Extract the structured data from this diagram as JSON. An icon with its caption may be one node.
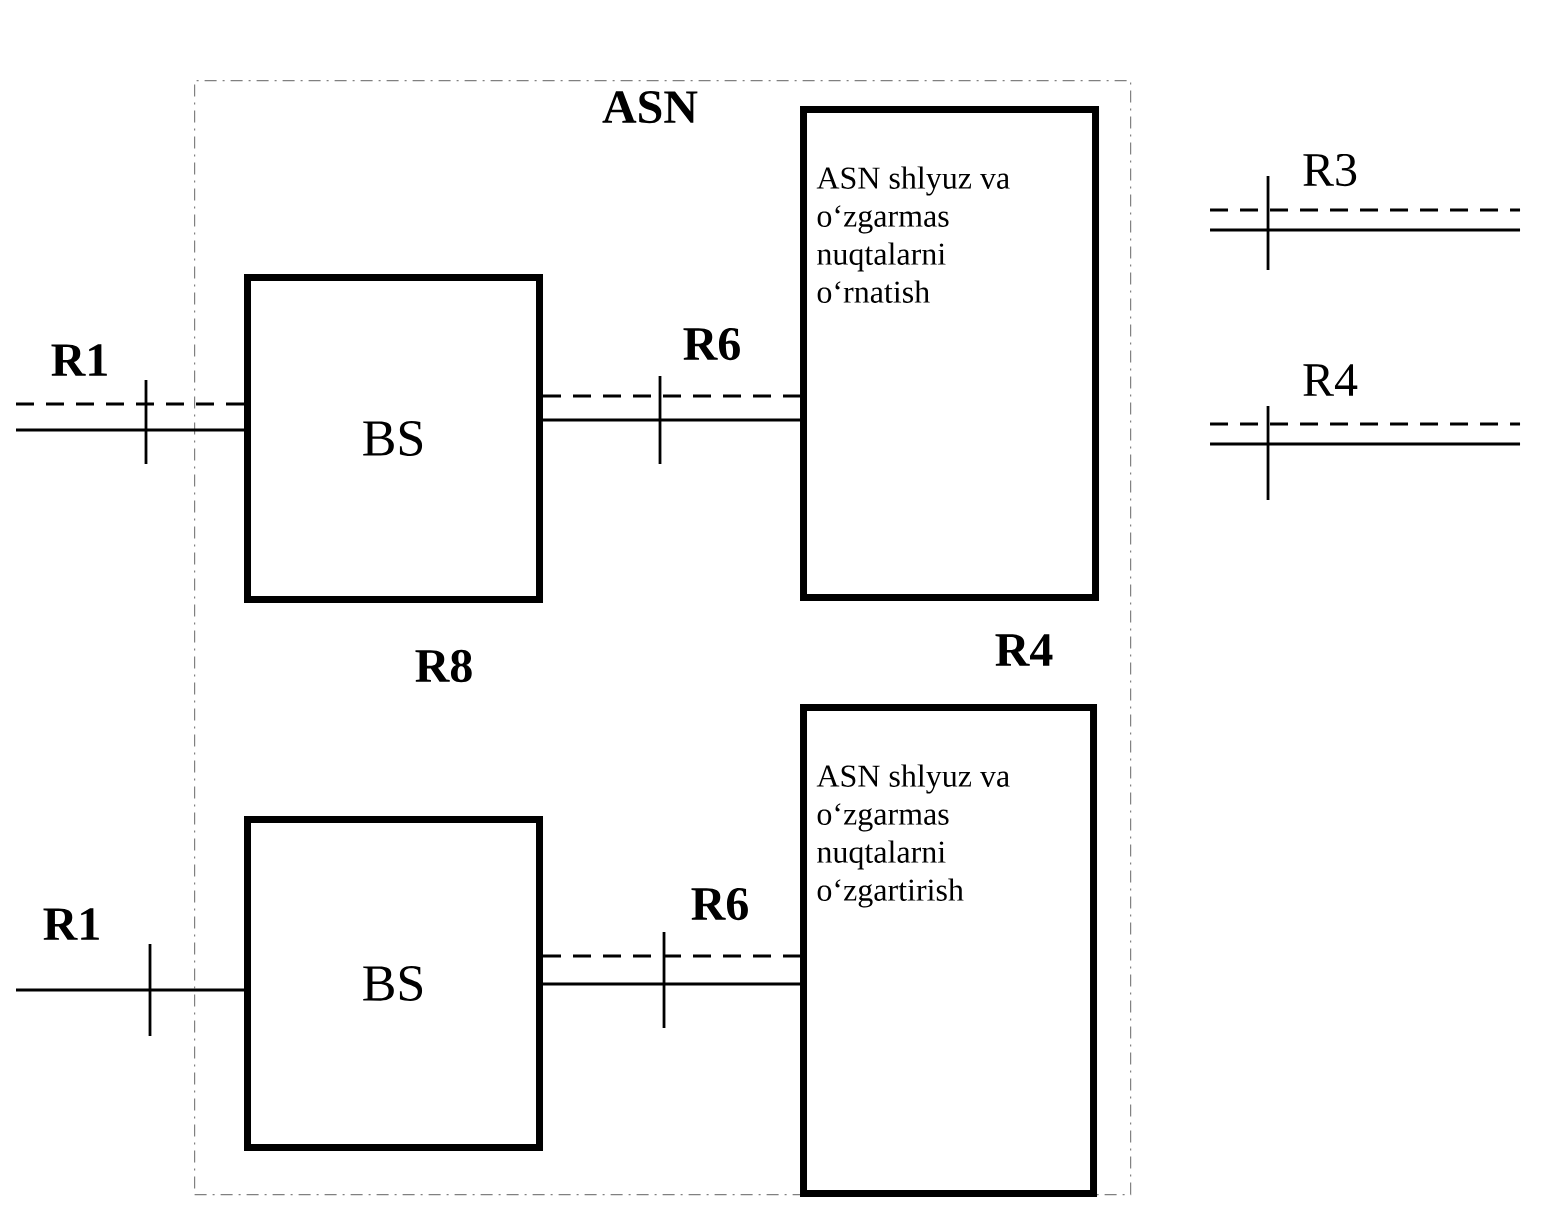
{
  "diagram": {
    "nodes": [
      {
        "text": [
          "ASN"
        ]
      },
      {
        "text": [
          "BS"
        ],
        "in": 0
      },
      {
        "text": [
          "ASN shlyuz va o‘zgarmas nuqtalarni o‘rnatish"
        ],
        "in": 0
      },
      {
        "text": [
          "BS"
        ],
        "in": 0
      },
      {
        "text": [
          "ASN shlyuz va o‘zgarmas nuqtalarni o‘zgartirish"
        ],
        "in": 0
      }
    ],
    "edges": [
      {
        "from": null,
        "to": 1,
        "arrow": "none",
        "label": "R1"
      },
      {
        "from": null,
        "to": 1,
        "arrow": "none",
        "style": "dashed"
      },
      {
        "from": 1,
        "to": 2,
        "arrow": "none",
        "label": "R6"
      },
      {
        "from": 1,
        "to": 2,
        "arrow": "none",
        "style": "dashed"
      },
      {
        "from": null,
        "to": 3,
        "arrow": "none",
        "label": "R1"
      },
      {
        "from": 3,
        "to": 4,
        "arrow": "none",
        "label": "R6"
      },
      {
        "from": 3,
        "to": 4,
        "arrow": "none",
        "style": "dashed"
      }
    ],
    "labels": [
      "R3",
      "R4",
      "R8",
      "R4"
    ]
  }
}
